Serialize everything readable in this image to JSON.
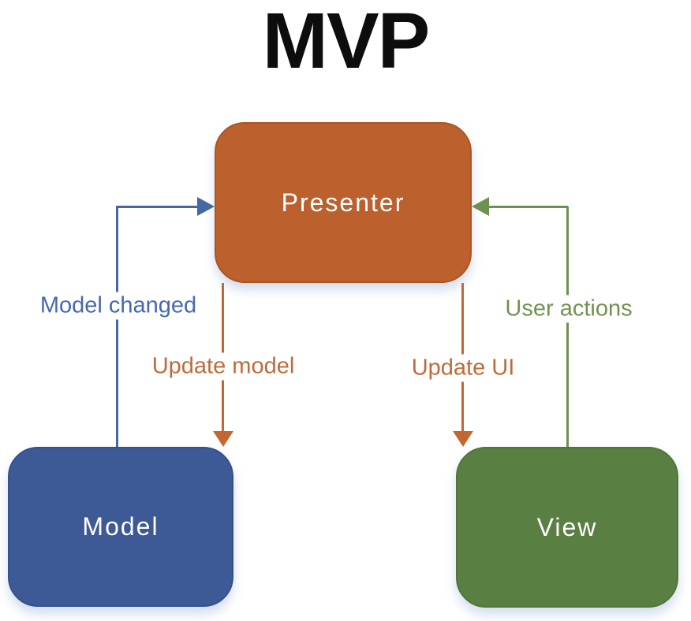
{
  "title": "MVP",
  "colors": {
    "title_text": "#0d0d0d",
    "node_text": "#ffffff",
    "presenter_fill": "#bc612d",
    "presenter_border": "#aa561f",
    "model_fill": "#3d5a96",
    "model_border": "#35518b",
    "view_fill": "#5a7f43",
    "view_border": "#517539",
    "blue_edge": "#4667a6",
    "orange_edge": "#c2682f",
    "green_edge": "#6f9150",
    "blue_label_text": "#4569ae",
    "orange_label_text": "#c06a3a",
    "green_label_text": "#71924f"
  },
  "nodes": [
    {
      "id": "presenter",
      "label": "Presenter"
    },
    {
      "id": "model",
      "label": "Model"
    },
    {
      "id": "view",
      "label": "View"
    }
  ],
  "edges": [
    {
      "id": "model-changed",
      "label": "Model changed",
      "from": "Model",
      "to": "Presenter"
    },
    {
      "id": "update-model",
      "label": "Update model",
      "from": "Presenter",
      "to": "Model"
    },
    {
      "id": "update-ui",
      "label": "Update UI",
      "from": "Presenter",
      "to": "View"
    },
    {
      "id": "user-actions",
      "label": "User actions",
      "from": "View",
      "to": "Presenter"
    }
  ]
}
